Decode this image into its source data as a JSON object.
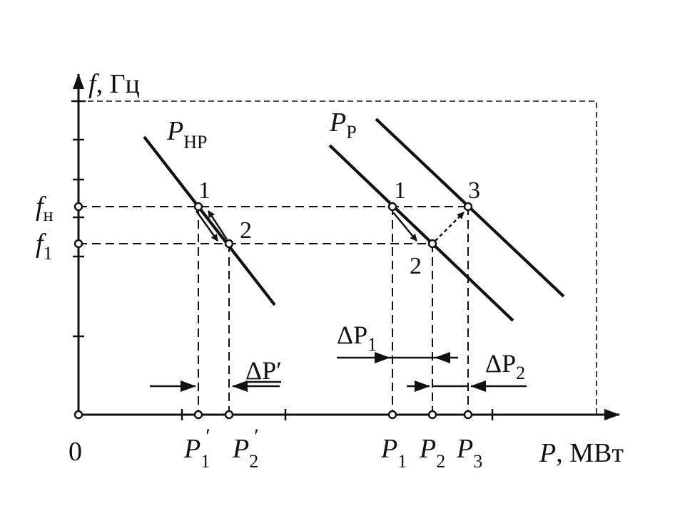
{
  "axes": {
    "y_label_var": "f",
    "y_label_unit": ", Гц",
    "x_label_var": "P",
    "x_label_unit": ", МВт",
    "origin": "0"
  },
  "y_ticks": {
    "fn_main": "f",
    "fn_sub": "н",
    "f1_main": "f",
    "f1_sub": "1"
  },
  "x_ticks": {
    "p1p_main": "P",
    "p1p_sub": "1",
    "p1p_prime": "′",
    "p2p_main": "P",
    "p2p_sub": "2",
    "p2p_prime": "′",
    "p1_main": "P",
    "p1_sub": "1",
    "p2_main": "P",
    "p2_sub": "2",
    "p3_main": "P",
    "p3_sub": "3"
  },
  "curves": {
    "pnr_main": "P",
    "pnr_sub": "НР",
    "pr_main": "P",
    "pr_sub": "Р"
  },
  "points": {
    "left_1": "1",
    "left_2": "2",
    "right_1": "1",
    "right_2": "2",
    "right_3": "3"
  },
  "deltas": {
    "dp_prime": "ΔP′",
    "dp1_main": "ΔP",
    "dp1_sub": "1",
    "dp2_main": "ΔP",
    "dp2_sub": "2"
  }
}
